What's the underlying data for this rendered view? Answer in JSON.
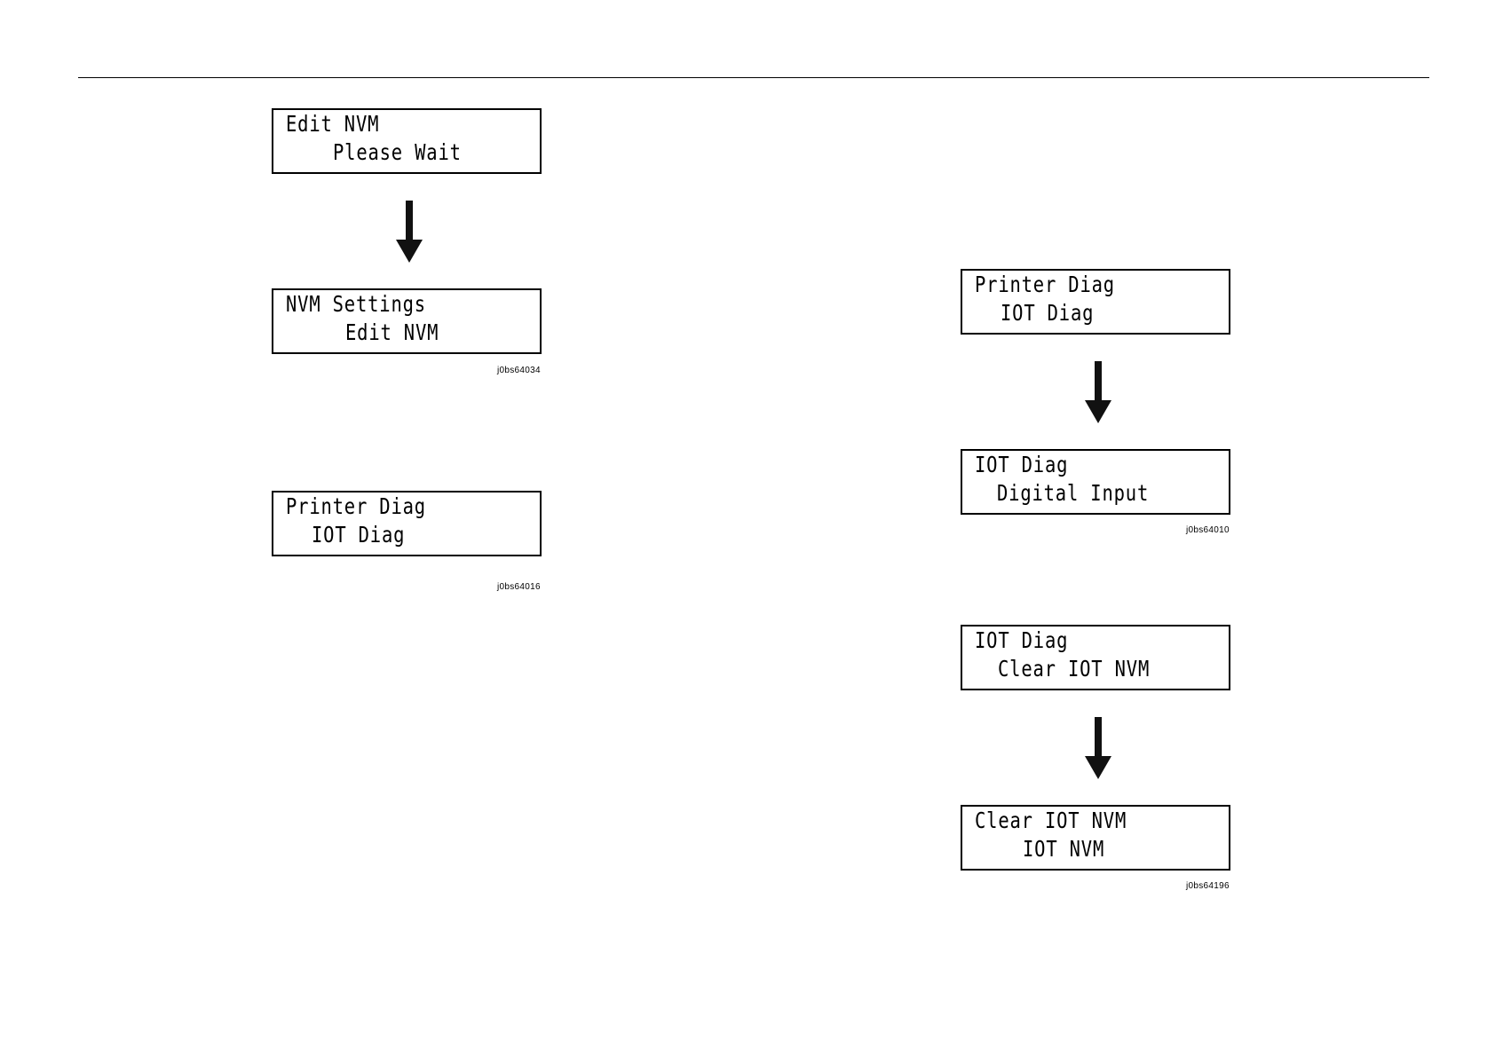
{
  "figures": [
    {
      "id": "j0bs64034",
      "screens": [
        {
          "line1": "Edit NVM",
          "line2": "Please Wait"
        },
        {
          "line1": "NVM Settings",
          "line2": "Edit NVM"
        }
      ]
    },
    {
      "id": "j0bs64016",
      "screens": [
        {
          "line1": "Printer Diag",
          "line2": "IOT Diag"
        }
      ]
    },
    {
      "id": "j0bs64010",
      "screens": [
        {
          "line1": "Printer Diag",
          "line2": "IOT Diag"
        },
        {
          "line1": "IOT Diag",
          "line2": "Digital Input"
        }
      ]
    },
    {
      "id": "j0bs64196",
      "screens": [
        {
          "line1": "IOT Diag",
          "line2": "Clear IOT NVM"
        },
        {
          "line1": "Clear IOT NVM",
          "line2": "IOT NVM"
        }
      ]
    }
  ]
}
